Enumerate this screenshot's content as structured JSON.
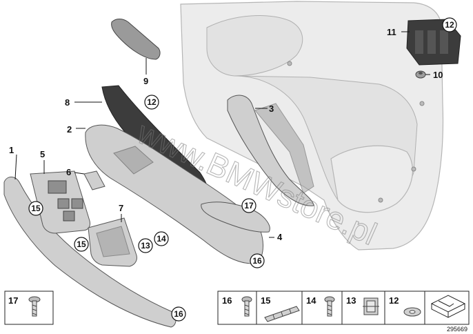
{
  "diagram": {
    "callouts": {
      "c1": "1",
      "c2": "2",
      "c3": "3",
      "c4": "4",
      "c5": "5",
      "c6": "6",
      "c7": "7",
      "c8": "8",
      "c9": "9",
      "c10": "10",
      "c11": "11",
      "c12a": "12",
      "c12b": "12",
      "c13": "13",
      "c14": "14",
      "c15a": "15",
      "c15b": "15",
      "c16a": "16",
      "c16b": "16",
      "c17": "17"
    },
    "hardware_legend": [
      {
        "num": "17",
        "icon": "screw-icon"
      },
      {
        "num": "16",
        "icon": "screw-icon"
      },
      {
        "num": "15",
        "icon": "clip-strip-icon"
      },
      {
        "num": "14",
        "icon": "screw-icon"
      },
      {
        "num": "13",
        "icon": "clip-icon"
      },
      {
        "num": "12",
        "icon": "washer-icon"
      },
      {
        "num": "",
        "icon": "hardware-set-icon"
      }
    ],
    "watermark": "www.BMWstore.pl",
    "reference_number": "295669"
  }
}
